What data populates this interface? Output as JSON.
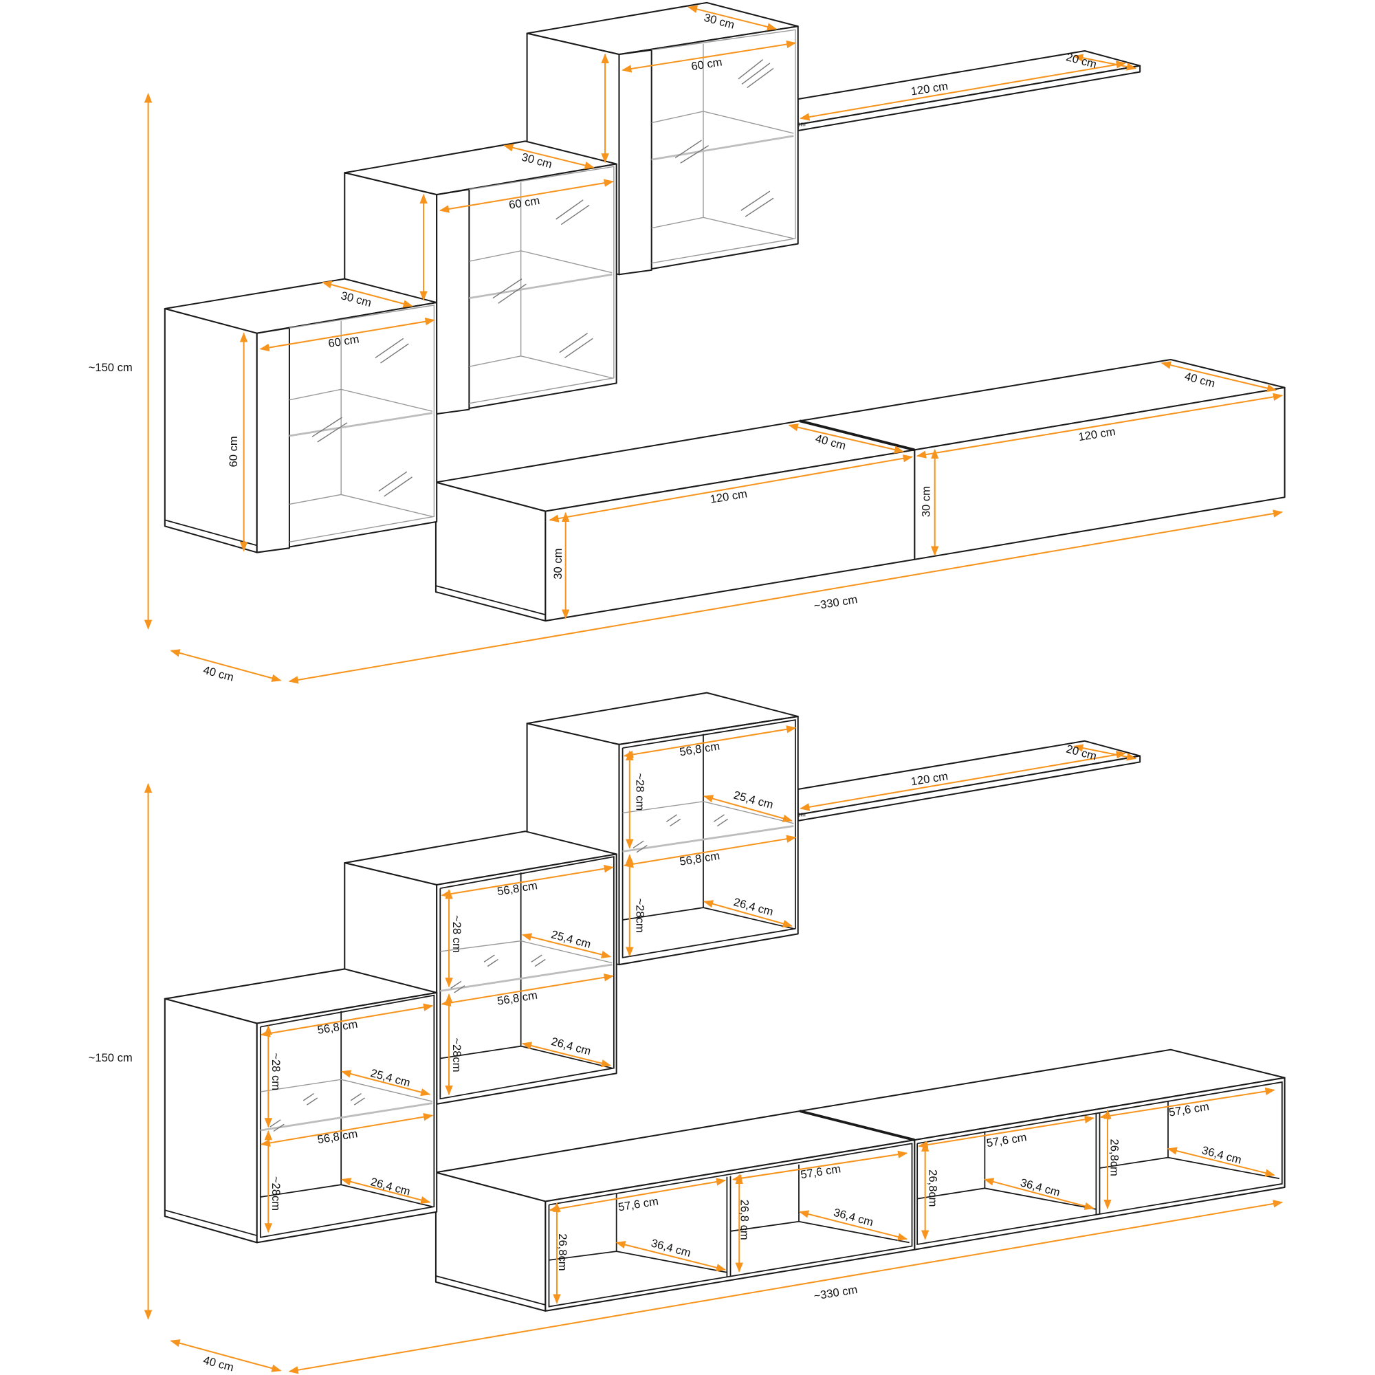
{
  "colors": {
    "accent": "#f7941d",
    "outline": "#1a1a1a",
    "glass": "#9a9a9a"
  },
  "top_diagram": {
    "labels": [
      "30 cm",
      "60 cm",
      "120 cm",
      "20 cm",
      "30 cm",
      "60 cm",
      "30 cm",
      "60 cm",
      "60 cm",
      "40 cm",
      "120 cm",
      "40 cm",
      "120 cm",
      "30 cm",
      "30 cm",
      "~330 cm",
      "~150 cm",
      "40 cm",
      "cm"
    ]
  },
  "bottom_diagram": {
    "labels": [
      "20 cm",
      "120 cm",
      "56,8 cm",
      "~28 cm",
      "25,4 cm",
      "56,8 cm",
      "~28cm",
      "26,4 cm",
      "56,8 cm",
      "~28 cm",
      "25,4 cm",
      "56,8 cm",
      "~28cm",
      "26,4 cm",
      "56,8 cm",
      "~28 cm",
      "25,4 cm",
      "56,8 cm",
      "~28cm",
      "26,4 cm",
      "57,6 cm",
      "26,8cm",
      "36,4 cm",
      "57,6 cm",
      "26,8 cm",
      "36,4 cm",
      "57,6 cm",
      "26,8cm",
      "36,4 cm",
      "57,6 cm",
      "26,8cm",
      "36,4 cm",
      "~330 cm",
      "~150 cm",
      "40 cm",
      "cm"
    ]
  }
}
